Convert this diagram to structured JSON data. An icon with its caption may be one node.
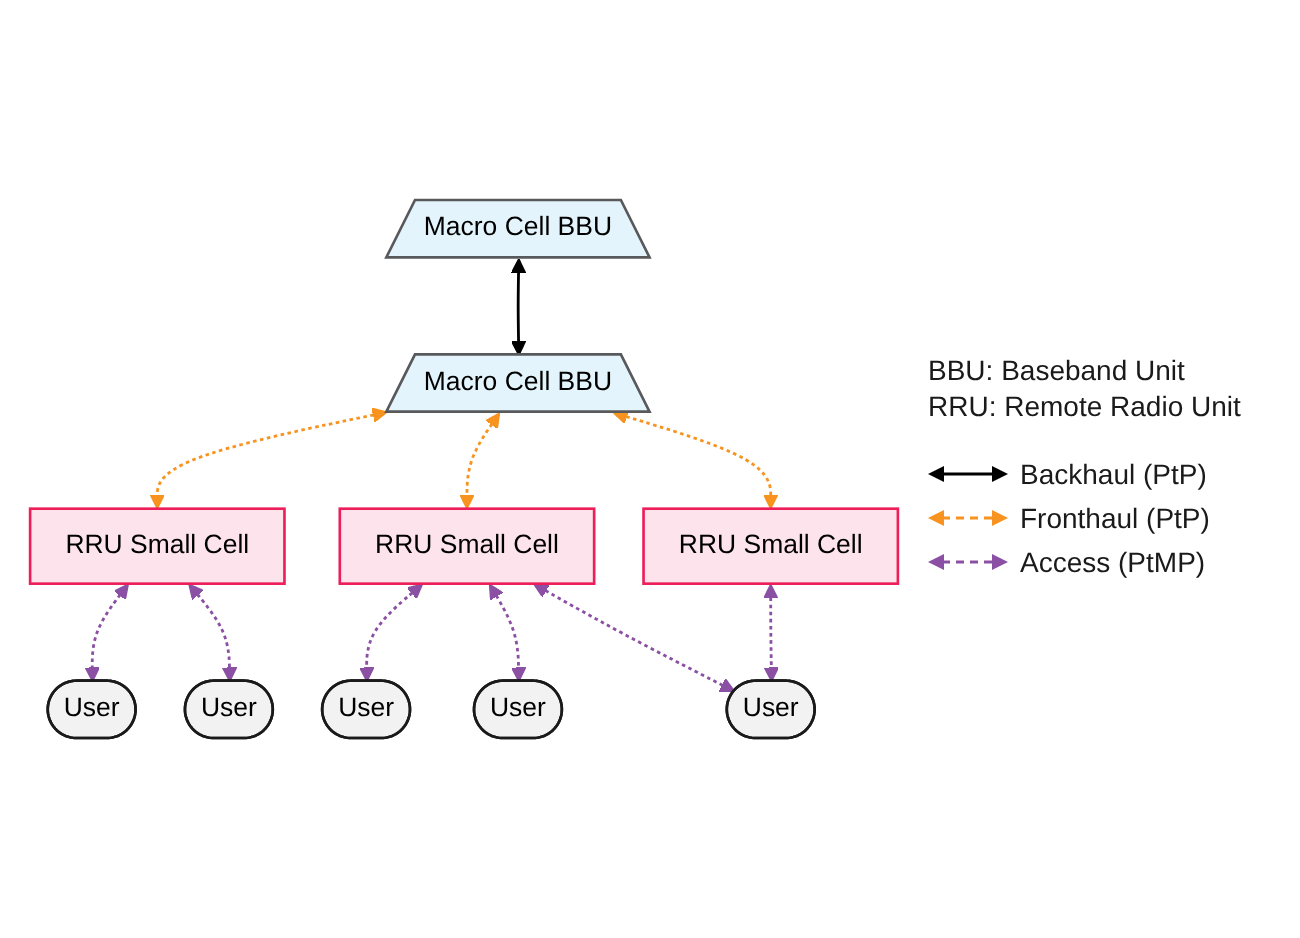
{
  "diagram": {
    "nodes": [
      {
        "text": [
          "User"
        ]
      },
      {
        "text": [
          "User"
        ]
      },
      {
        "text": [
          "RRU Small Cell"
        ]
      },
      {
        "text": [
          "Macro Cell BBU"
        ]
      },
      {
        "text": [
          "Macro Cell BBU"
        ]
      },
      {
        "text": [
          "User"
        ]
      },
      {
        "text": [
          "RRU Small Cell"
        ]
      },
      {
        "text": [
          "RRU Small Cell"
        ]
      },
      {
        "text": [
          "User"
        ]
      },
      {
        "text": [
          "User"
        ]
      }
    ],
    "edges": [
      {
        "from": 4,
        "to": 3,
        "arrow": "both",
        "color": "#000000"
      },
      {
        "from": 3,
        "to": 2,
        "arrow": "both",
        "style": "dashed",
        "color": "#f7931e"
      },
      {
        "from": 3,
        "to": 6,
        "arrow": "both",
        "style": "dashed",
        "color": "#f7931e"
      },
      {
        "from": 3,
        "to": 7,
        "arrow": "both",
        "style": "dashed",
        "color": "#f7931e"
      },
      {
        "from": 2,
        "to": 1,
        "arrow": "both",
        "style": "dashed"
      },
      {
        "from": 2,
        "to": 0,
        "arrow": "both",
        "style": "dashed"
      },
      {
        "from": 6,
        "to": 5,
        "arrow": "both",
        "style": "dashed"
      },
      {
        "from": 6,
        "to": 8,
        "arrow": "both",
        "style": "dashed"
      },
      {
        "from": 6,
        "to": 9,
        "arrow": "both",
        "style": "dashed"
      },
      {
        "from": 7,
        "to": 9,
        "arrow": "both",
        "style": "dashed"
      }
    ],
    "labels": [
      "BBU: Baseband Unit",
      "RRU: Remote Radio Unit"
    ],
    "legend": [
      {
        "text": "Backhaul (PtP)"
      },
      {
        "text": "Fronthaul (PtP)"
      },
      {
        "text": "Access (PtMP)"
      }
    ]
  }
}
